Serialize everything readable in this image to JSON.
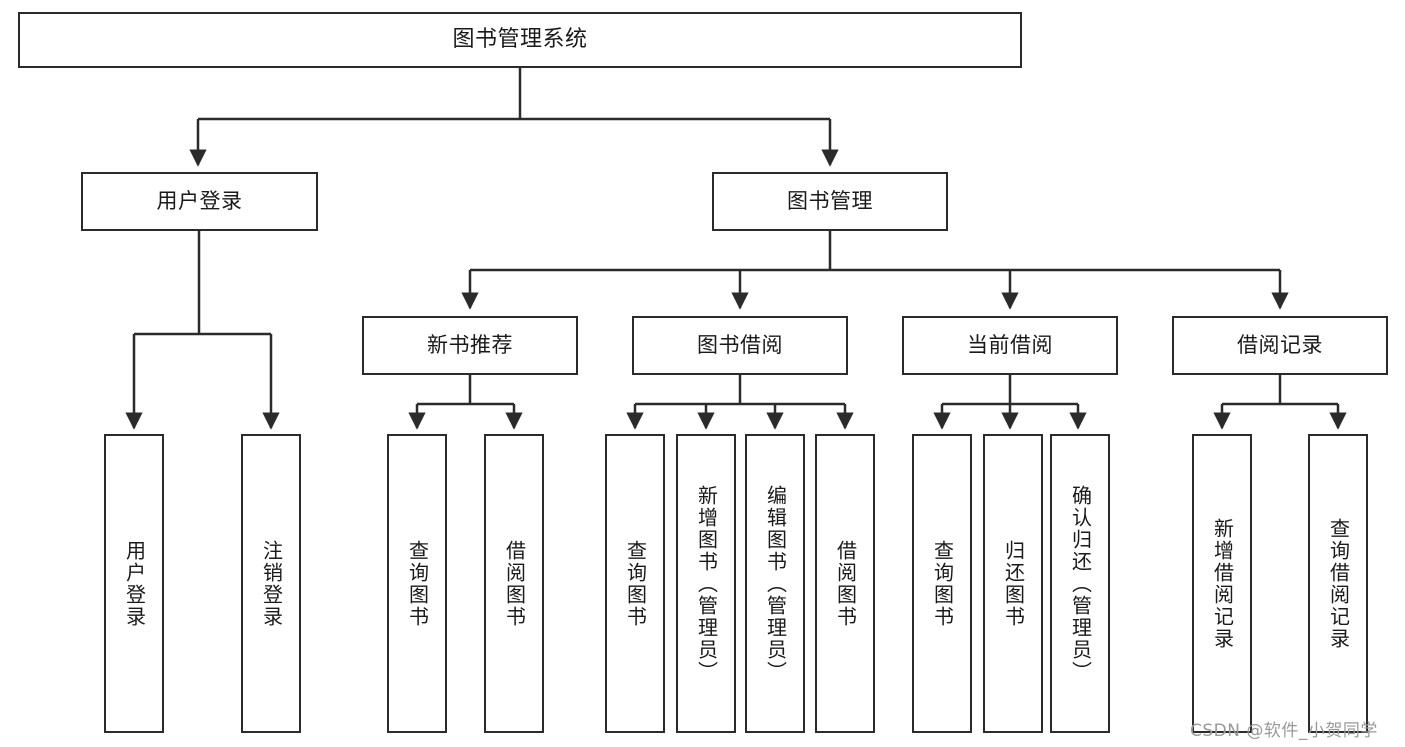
{
  "diagram": {
    "type": "tree",
    "title": "图书管理系统",
    "root": {
      "label": "图书管理系统"
    },
    "level2": [
      {
        "label": "用户登录"
      },
      {
        "label": "图书管理"
      }
    ],
    "level3": [
      {
        "label": "新书推荐"
      },
      {
        "label": "图书借阅"
      },
      {
        "label": "当前借阅"
      },
      {
        "label": "借阅记录"
      }
    ],
    "leaves": {
      "user_login": [
        {
          "label": "用户登录"
        },
        {
          "label": "注销登录"
        }
      ],
      "new_book_recommend": [
        {
          "label": "查询图书"
        },
        {
          "label": "借阅图书"
        }
      ],
      "book_borrow": [
        {
          "label": "查询图书"
        },
        {
          "label": "新增图书（管理员）"
        },
        {
          "label": "编辑图书（管理员）"
        },
        {
          "label": "借阅图书"
        }
      ],
      "current_borrow": [
        {
          "label": "查询图书"
        },
        {
          "label": "归还图书"
        },
        {
          "label": "确认归还（管理员）"
        }
      ],
      "borrow_record": [
        {
          "label": "新增借阅记录"
        },
        {
          "label": "查询借阅记录"
        }
      ]
    }
  },
  "watermark": {
    "text": "CSDN @软件_小贺同学"
  },
  "colors": {
    "stroke": "#2b2b2b",
    "fill": "#ffffff",
    "text": "#1a1a1a",
    "watermark": "#9a9a9a"
  }
}
